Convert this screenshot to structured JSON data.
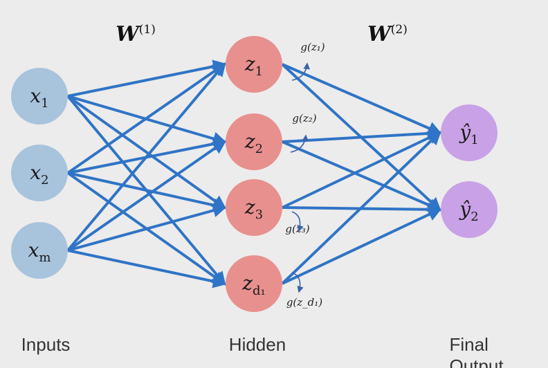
{
  "weights": {
    "w1": "W",
    "w1_sup": "(1)",
    "w2": "W",
    "w2_sup": "(2)"
  },
  "layers": {
    "inputs": {
      "label": "Inputs",
      "nodes": [
        {
          "base": "x",
          "sub": "1"
        },
        {
          "base": "x",
          "sub": "2"
        },
        {
          "base": "x",
          "sub": "m"
        }
      ]
    },
    "hidden": {
      "label": "Hidden",
      "nodes": [
        {
          "base": "z",
          "sub": "1"
        },
        {
          "base": "z",
          "sub": "2"
        },
        {
          "base": "z",
          "sub": "3"
        },
        {
          "base": "z",
          "sub": "d₁"
        }
      ]
    },
    "outputs": {
      "label": "Final Output",
      "nodes": [
        {
          "base": "ŷ",
          "sub": "1"
        },
        {
          "base": "ŷ",
          "sub": "2"
        }
      ]
    }
  },
  "activations": [
    "g(z₁)",
    "g(z₂)",
    "g(z₃)",
    "g(z_d₁)"
  ],
  "colors": {
    "input": "#a8c3dc",
    "hidden": "#e8908e",
    "output": "#c9a1e6",
    "edge": "#2f74c6",
    "background": "#ececec"
  }
}
